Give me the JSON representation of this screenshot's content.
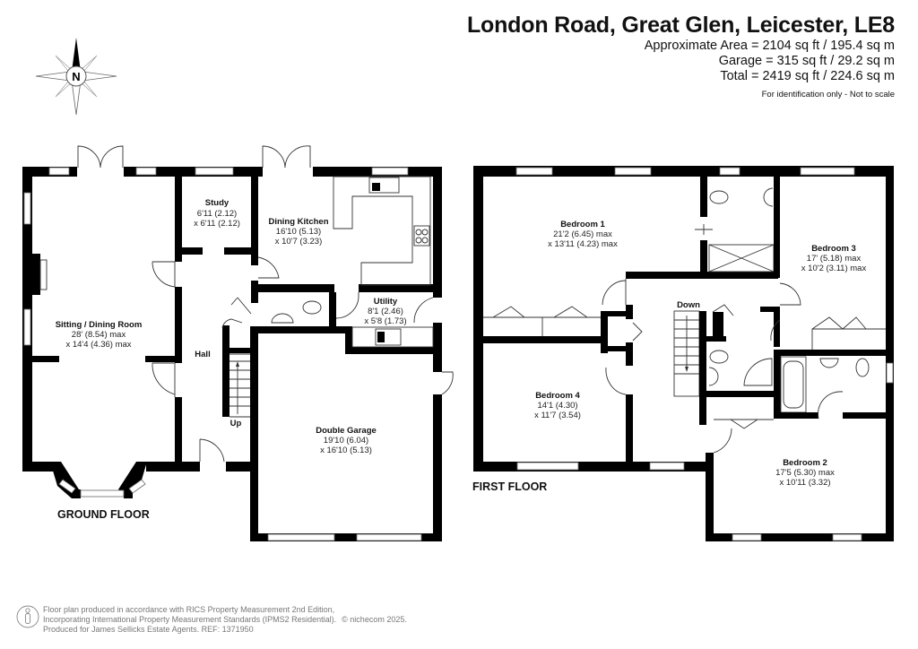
{
  "header": {
    "title": "London Road, Great Glen, Leicester, LE8",
    "approx_area": "Approximate Area = 2104 sq ft / 195.4 sq m",
    "garage": "Garage = 315 sq ft / 29.2 sq m",
    "total": "Total = 2419 sq ft / 224.6 sq m",
    "note": "For identification only - Not to scale"
  },
  "compass": {
    "label": "N",
    "icon": "compass-rose-icon"
  },
  "ground_floor": {
    "label": "GROUND FLOOR",
    "rooms": [
      {
        "name": "Sitting  / Dining Room",
        "dim1": "28' (8.54) max",
        "dim2": "x 14'4 (4.36) max"
      },
      {
        "name": "Study",
        "dim1": "6'11 (2.12)",
        "dim2": "x 6'11 (2.12)"
      },
      {
        "name": "Dining Kitchen",
        "dim1": "16'10 (5.13)",
        "dim2": "x 10'7 (3.23)"
      },
      {
        "name": "Utility",
        "dim1": "8'1 (2.46)",
        "dim2": "x 5'8 (1.73)"
      },
      {
        "name": "Hall"
      },
      {
        "name": "Double Garage",
        "dim1": "19'10 (6.04)",
        "dim2": "x 16'10 (5.13)"
      }
    ],
    "stairs_label": "Up"
  },
  "first_floor": {
    "label": "FIRST FLOOR",
    "rooms": [
      {
        "name": "Bedroom 1",
        "dim1": "21'2 (6.45) max",
        "dim2": "x 13'11 (4.23) max"
      },
      {
        "name": "Bedroom 3",
        "dim1": "17' (5.18) max",
        "dim2": "x 10'2 (3.11) max"
      },
      {
        "name": "Bedroom 4",
        "dim1": "14'1 (4.30)",
        "dim2": "x 11'7 (3.54)"
      },
      {
        "name": "Bedroom 2",
        "dim1": "17'5 (5.30) max",
        "dim2": "x 10'11 (3.32)"
      }
    ],
    "stairs_label": "Down"
  },
  "footer": {
    "line1": "Floor plan produced in accordance with RICS Property Measurement 2nd Edition,",
    "line2": "Incorporating International Property Measurement Standards (IPMS2 Residential).",
    "copyright": "© nichecom 2025.",
    "line3": "Produced for James Sellicks Estate Agents.   REF: 1371950",
    "icon": "person-info-icon"
  }
}
